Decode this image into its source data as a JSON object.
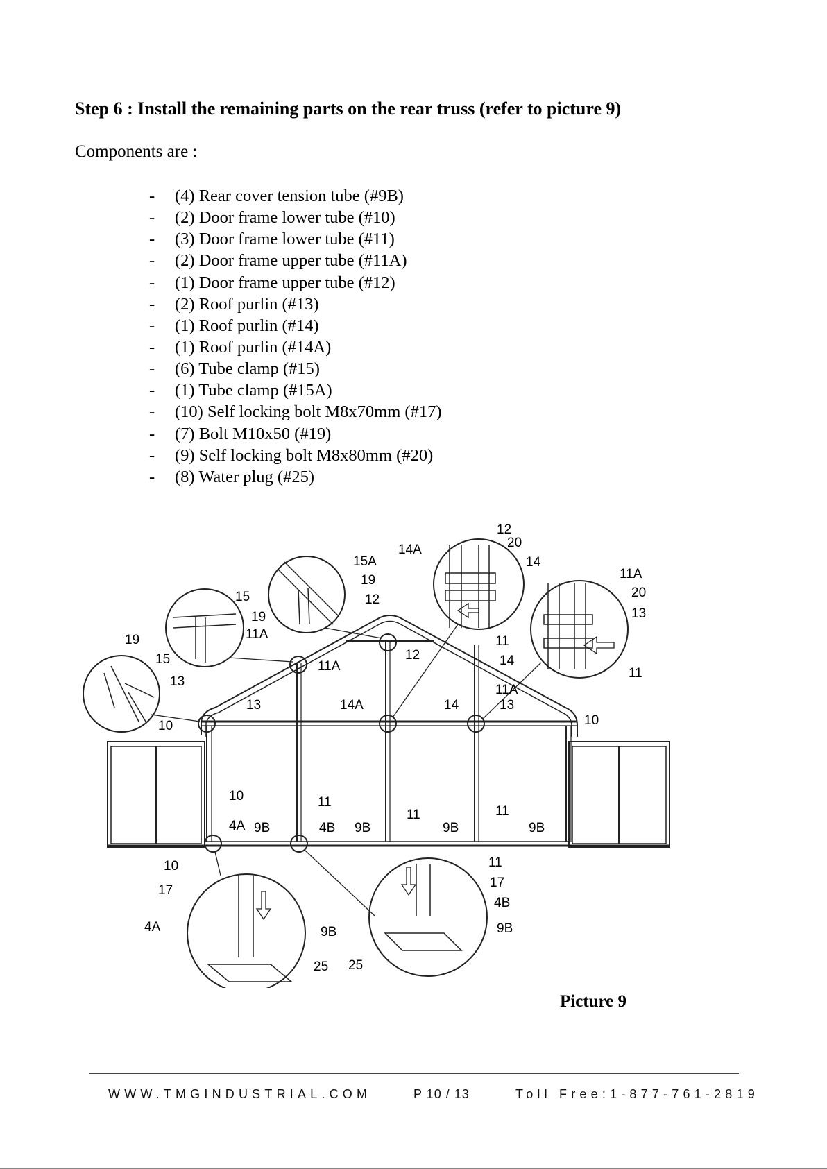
{
  "heading": "Step 6 : Install the remaining parts on the rear truss (refer to picture 9)",
  "intro": "Components are :",
  "bullet": "-",
  "components": [
    "(4) Rear cover tension tube (#9B)",
    "(2) Door frame lower tube (#10)",
    "(3) Door frame lower tube (#11)",
    "(2) Door frame upper tube (#11A)",
    "(1) Door frame upper tube (#12)",
    "(2) Roof purlin (#13)",
    "(1) Roof purlin (#14)",
    "(1) Roof purlin (#14A)",
    "(6) Tube clamp (#15)",
    "(1) Tube clamp (#15A)",
    "(10) Self locking bolt M8x70mm (#17)",
    "(7) Bolt M10x50 (#19)",
    "(9) Self locking bolt M8x80mm (#20)",
    "(8) Water plug (#25)"
  ],
  "diagram_labels": {
    "l_12": "12",
    "l_20a": "20",
    "l_14a_top": "14A",
    "l_14_top": "14",
    "l_15a": "15A",
    "l_19_mid": "19",
    "l_12_mid": "12",
    "l_11a_right": "11A",
    "l_20_right": "20",
    "l_13_right": "13",
    "l_15": "15",
    "l_19_left2": "19",
    "l_11a_left": "11A",
    "l_19_left": "19",
    "l_15_left": "15",
    "l_13_left": "13",
    "l_11_topcircle": "11",
    "l_14_rightcircle": "14",
    "l_11_rightcircle": "11",
    "l_11a_frame": "11A",
    "l_12_frame": "12",
    "l_11a_frame2": "11A",
    "l_10_left": "10",
    "l_13_frame": "13",
    "l_14a_frame": "14A",
    "l_14_frame": "14",
    "l_13_frame2": "13",
    "l_10_right": "10",
    "l_10_low": "10",
    "l_11_low1": "11",
    "l_11_low2": "11",
    "l_11_low3": "11",
    "l_4a": "4A",
    "l_9b_1": "9B",
    "l_4b": "4B",
    "l_9b_2": "9B",
    "l_9b_3": "9B",
    "l_9b_4": "9B",
    "l_10_det": "10",
    "l_17_det": "17",
    "l_4a_det": "4A",
    "l_9b_det": "9B",
    "l_25_det": "25",
    "l_11_det2": "11",
    "l_17_det2": "17",
    "l_4b_det2": "4B",
    "l_9b_det2": "9B",
    "l_25_det2": "25"
  },
  "caption": "Picture 9",
  "footer": {
    "website": "WWW.TMGINDUSTRIAL.COM",
    "page": "P 10 / 13",
    "tollfree": "Toll Free:1-877-761-2819"
  }
}
